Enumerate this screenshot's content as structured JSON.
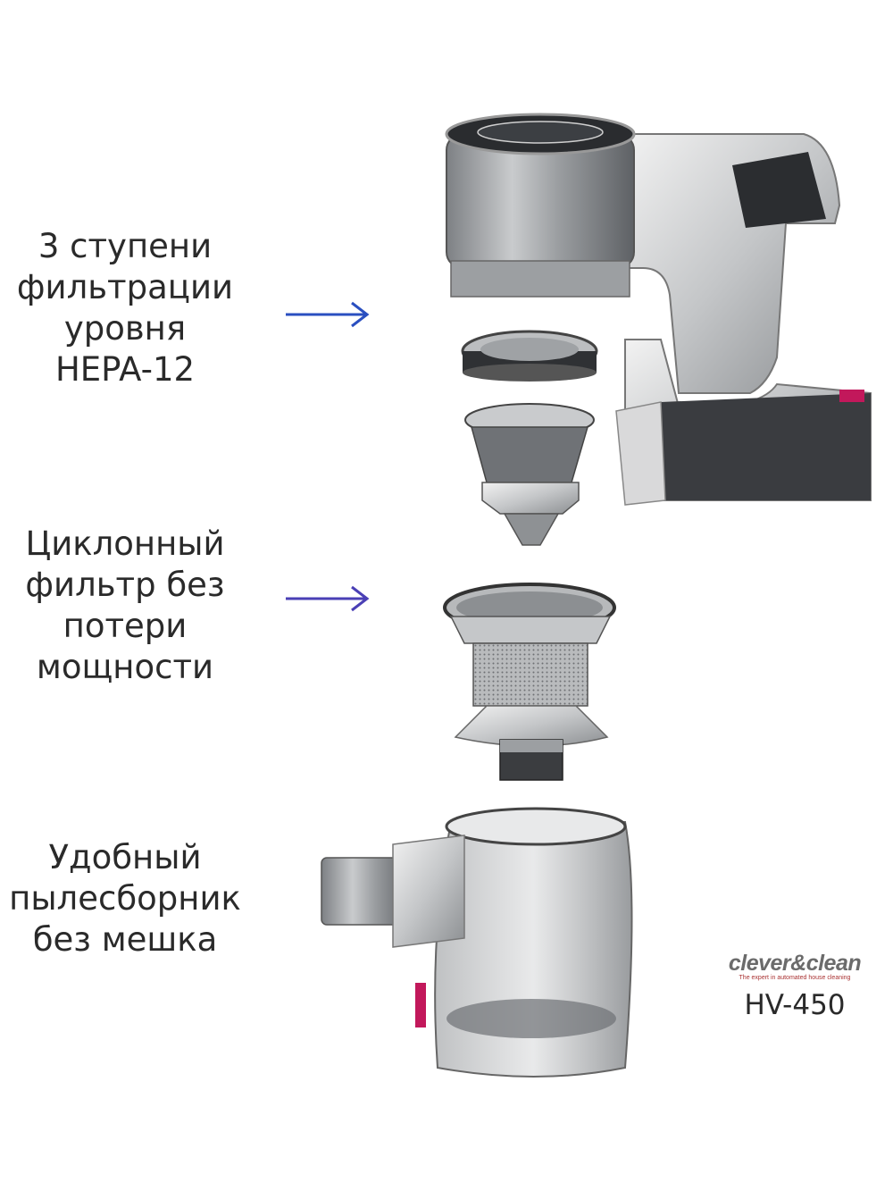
{
  "features": [
    {
      "lines": [
        "3 ступени",
        "фильтрации",
        "уровня",
        "HEPA-12"
      ]
    },
    {
      "lines": [
        "Циклонный",
        "фильтр без",
        "потери",
        "мощности"
      ]
    },
    {
      "lines": [
        "Удобный",
        "пылесборник",
        "без мешка"
      ]
    }
  ],
  "brand": {
    "logo_text": "clever&clean",
    "tagline": "The expert in automated house cleaning",
    "model": "HV-450"
  },
  "icons": [
    "arrow-right-icon",
    "arrow-right-icon"
  ],
  "colors": {
    "arrow": "#2a4fc0",
    "text": "#2a2a2a",
    "accent": "#c2185b"
  }
}
